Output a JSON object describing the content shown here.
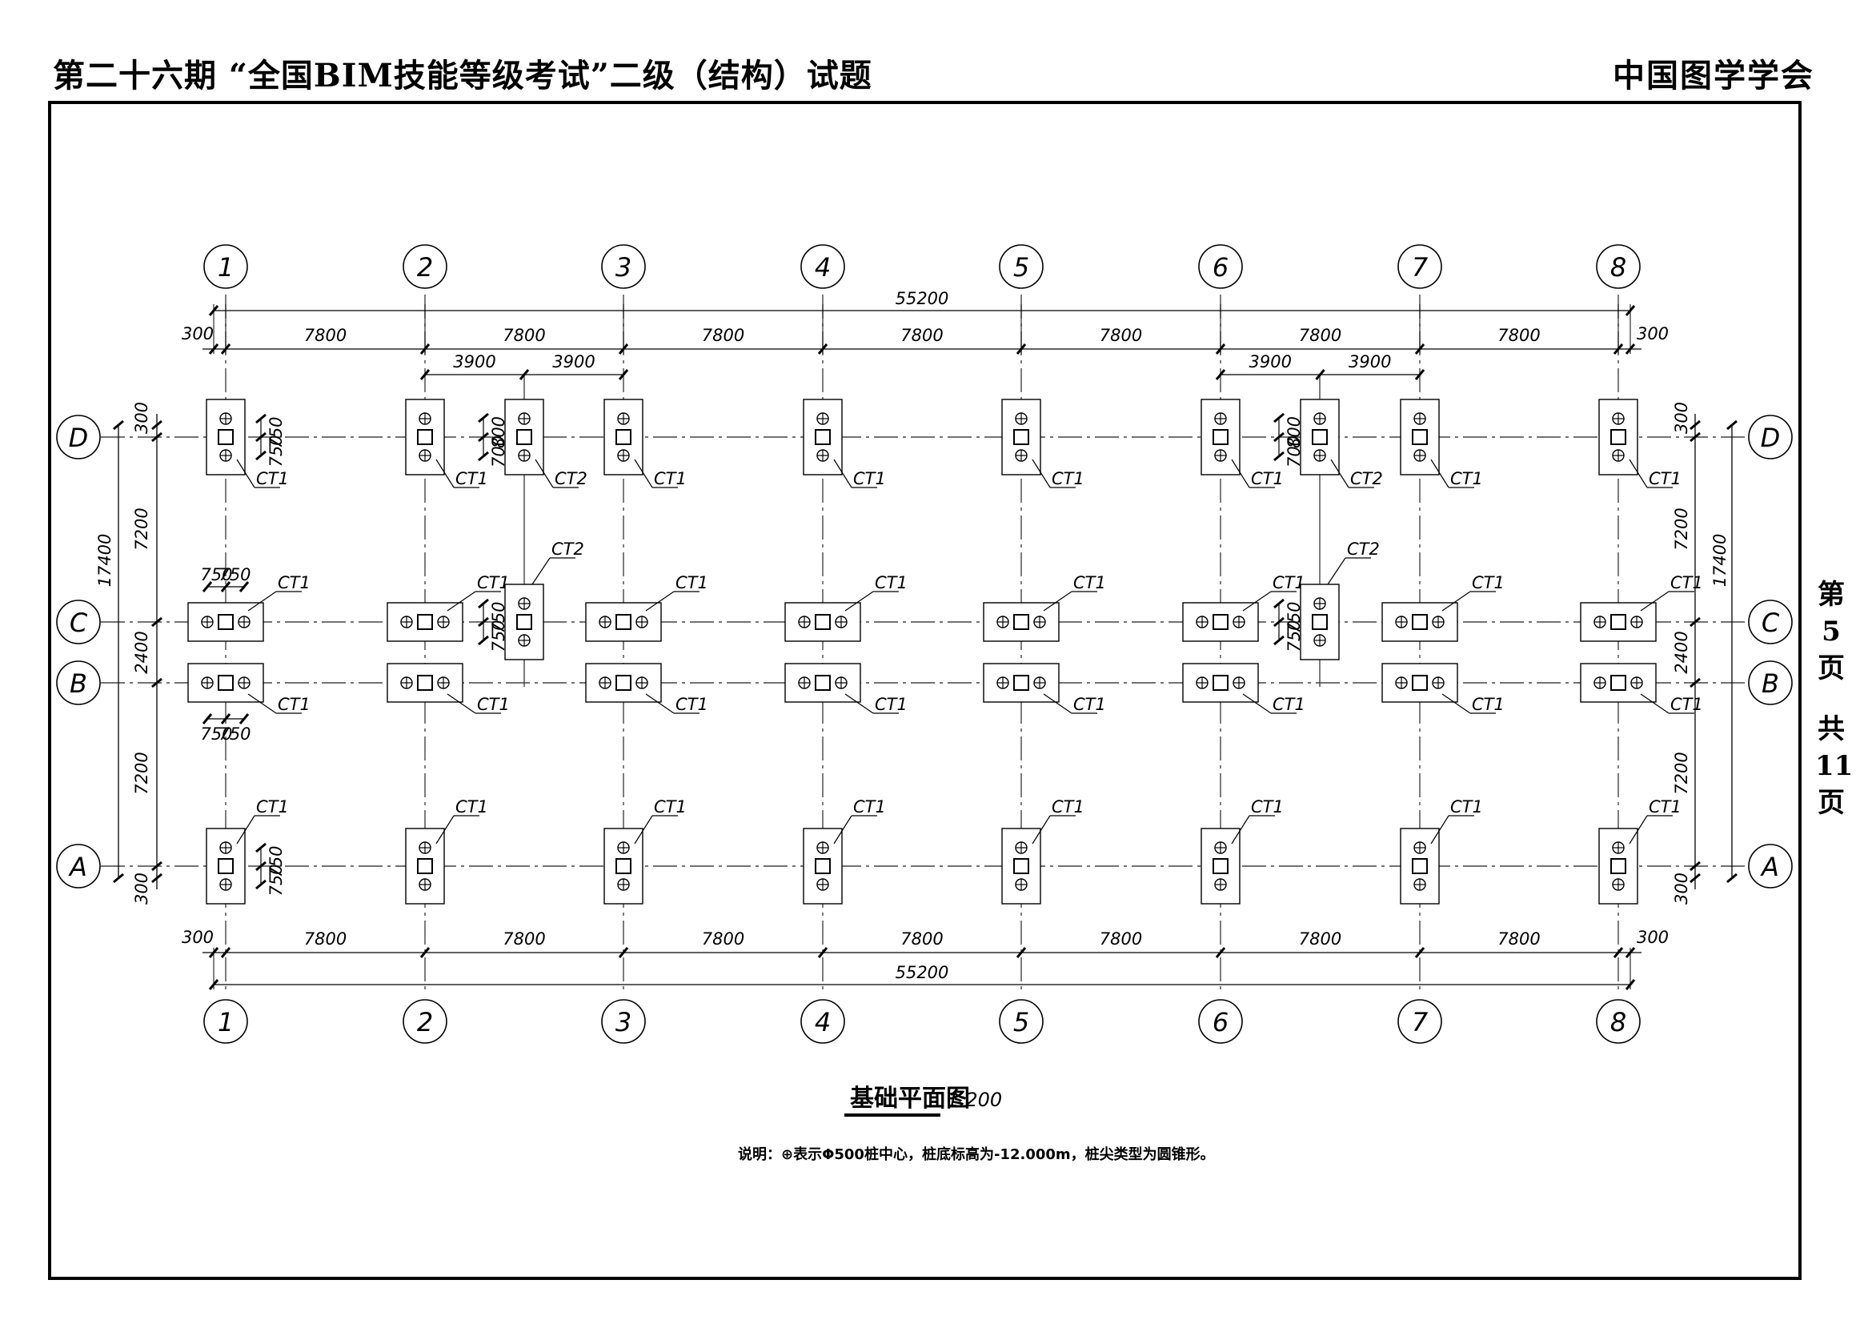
{
  "header": {
    "title": "第二十六期 “全国BIM技能等级考试”二级（结构）试题",
    "organizer": "中国图学学会"
  },
  "sidebar": {
    "page_chars": [
      "第",
      "5",
      "页",
      "共",
      "11",
      "页"
    ]
  },
  "plan": {
    "axes_x": [
      "1",
      "2",
      "3",
      "4",
      "5",
      "6",
      "7",
      "8"
    ],
    "axes_y": [
      "D",
      "C",
      "B",
      "A"
    ],
    "total_width": "55200",
    "bay_width": "7800",
    "edge_offset": "300",
    "half_bay": "3900",
    "total_depth": "17400",
    "outer_bay": "7200",
    "inner_bay": "2400",
    "pile_spacing": "750",
    "ct2_spacing_a": "700",
    "ct2_spacing_b": "800",
    "cap_type_1": "CT1",
    "cap_type_2": "CT2"
  },
  "caption": {
    "title": "基础平面图",
    "scale": "1:200",
    "note": "说明：⊕表示Φ500桩中心，桩底标高为-12.000m，桩尖类型为圆锥形。"
  }
}
